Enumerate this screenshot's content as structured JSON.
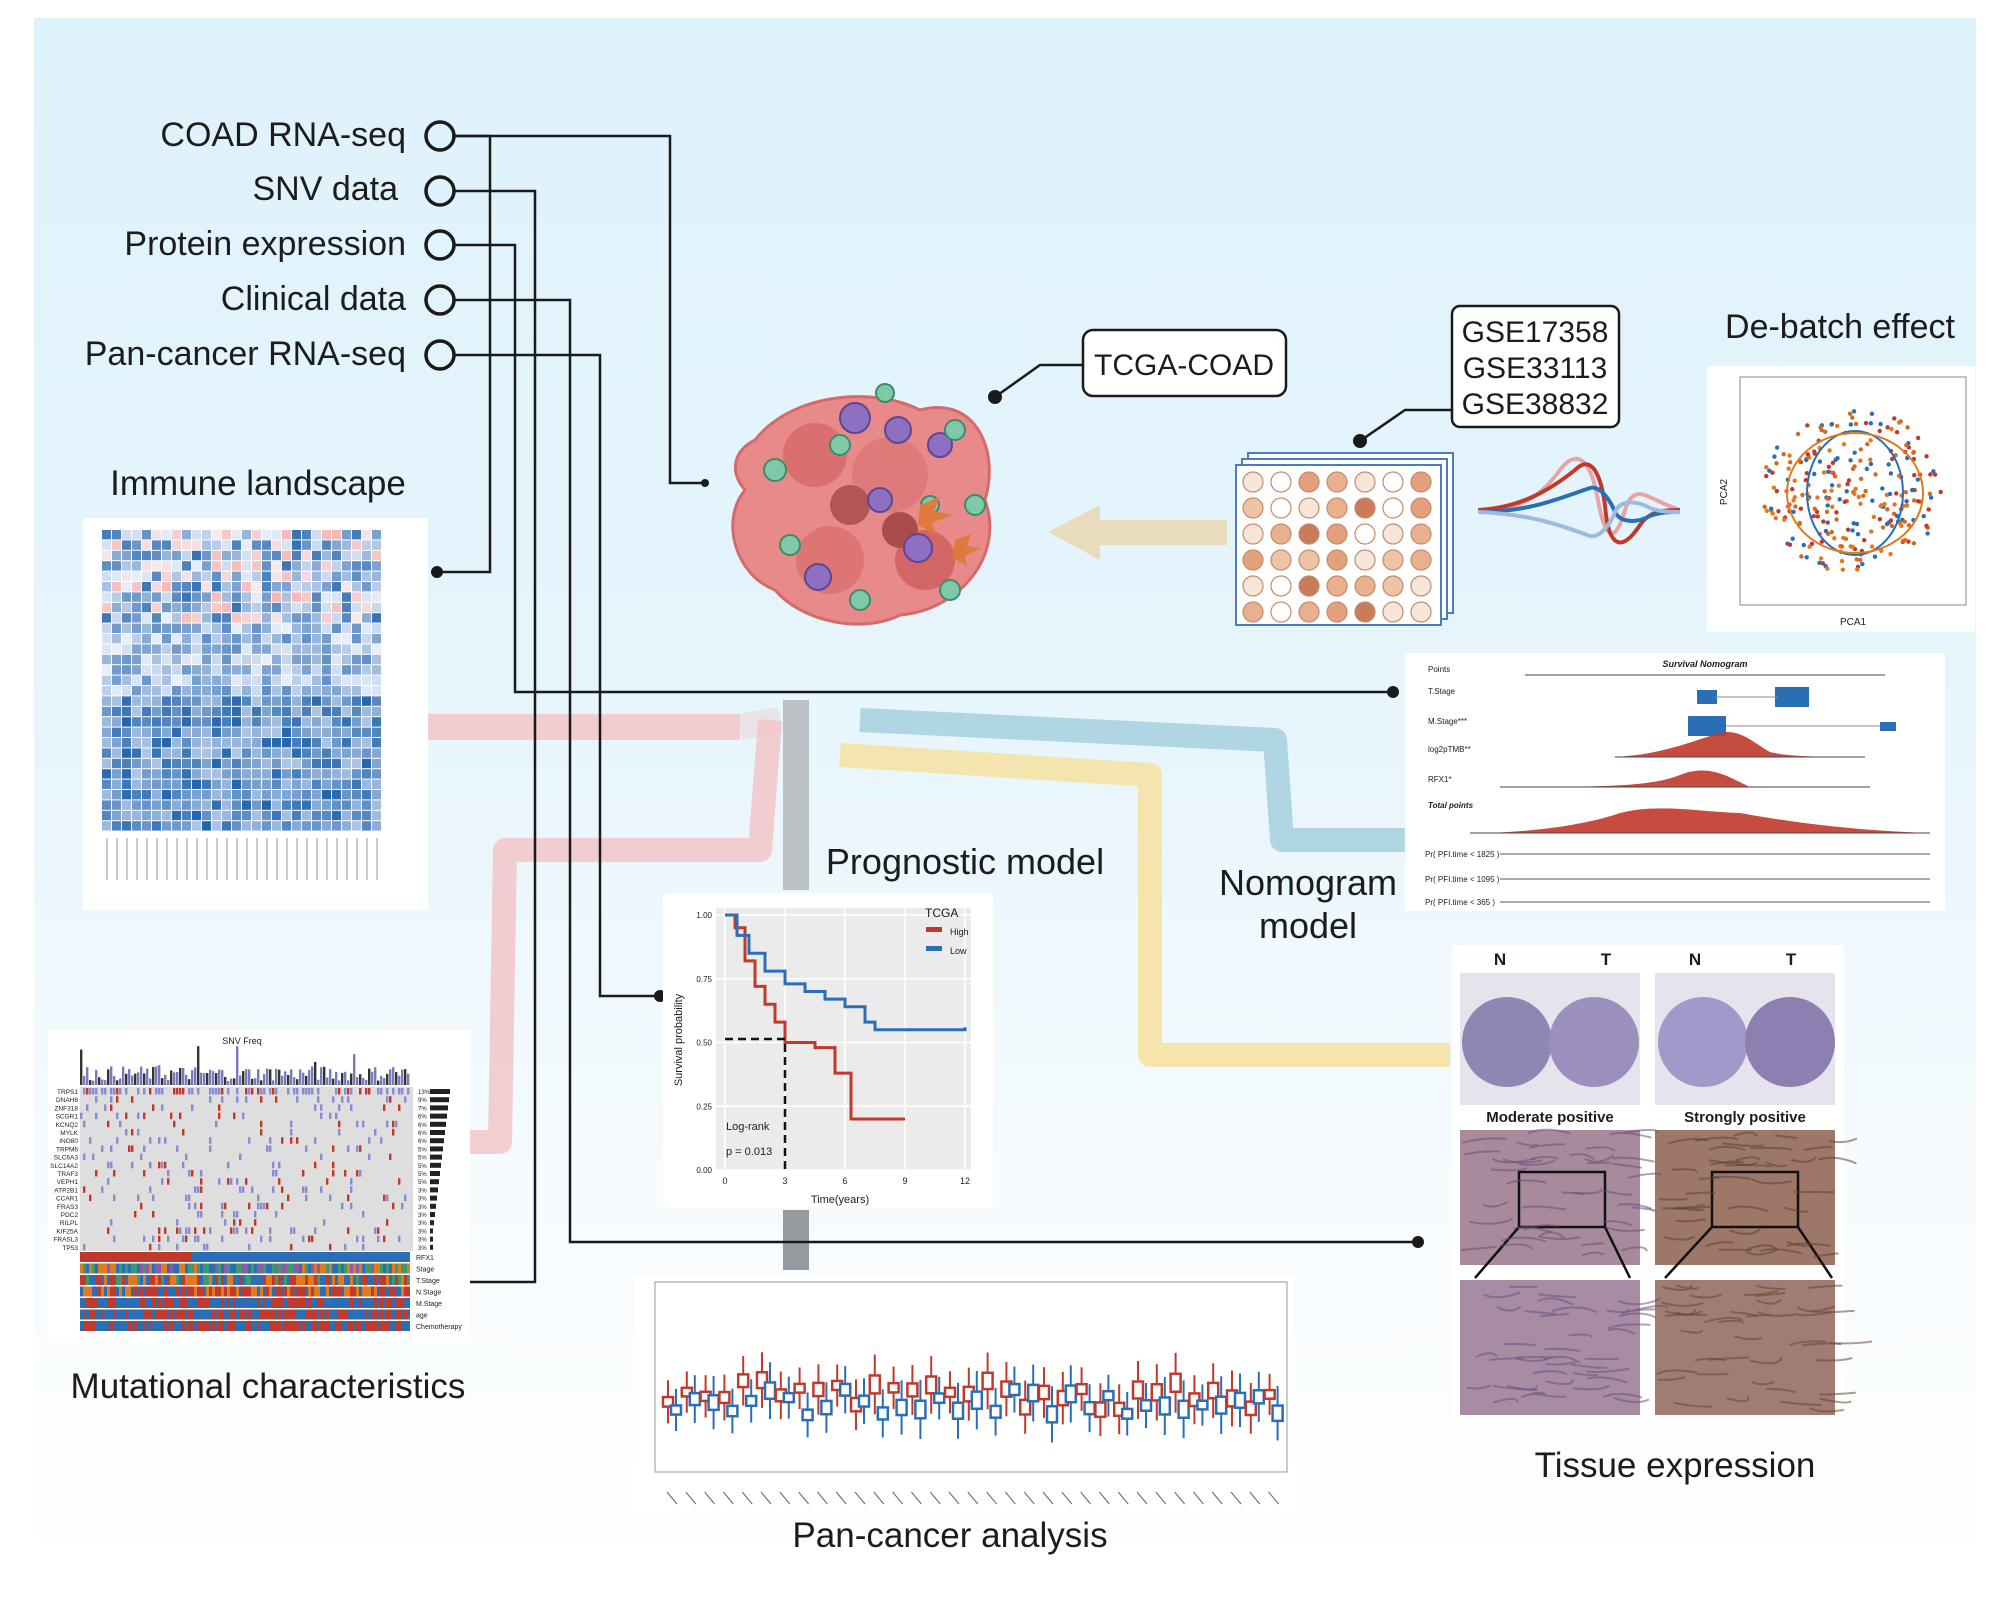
{
  "inputs": [
    "COAD RNA-seq",
    "SNV data",
    "Protein expression",
    "Clinical data",
    "Pan-cancer RNA-seq"
  ],
  "tcga_label": "TCGA-COAD",
  "geo_datasets": [
    "GSE17358",
    "GSE33113",
    "GSE38832"
  ],
  "sections": {
    "debatch": "De-batch effect",
    "immune": "Immune landscape",
    "prognostic": "Prognostic model",
    "nomogram_line1": "Nomogram",
    "nomogram_line2": "model",
    "mutational": "Mutational characteristics",
    "pancancer": "Pan-cancer analysis",
    "tissue": "Tissue expression"
  },
  "tissue_panel": {
    "col_labels": [
      "N",
      "T",
      "N",
      "T"
    ],
    "captions": [
      "Moderate positive",
      "Strongly positive"
    ]
  },
  "km_plot": {
    "legend_title": "TCGA",
    "legend": [
      "High",
      "Low"
    ],
    "xlabel": "Time(years)",
    "ylabel": "Survival probability",
    "xticks": [
      "0",
      "3",
      "6",
      "9",
      "12"
    ],
    "yticks": [
      "0.00",
      "0.25",
      "0.50",
      "0.75",
      "1.00"
    ],
    "stat_line1": "Log-rank",
    "stat_line2": "p = 0.013"
  },
  "nomogram_panel": {
    "title": "Survival Nomogram",
    "rows": [
      "Points",
      "T.Stage",
      "M.Stage***",
      "log2pTMB**",
      "RFX1*",
      "Total points",
      "Pr( PFI.time < 1825 )",
      "Pr( PFI.time < 1095 )",
      "Pr( PFI.time < 365 )"
    ]
  },
  "pca_panel": {
    "xlabel": "PCA1",
    "ylabel": "PCA2"
  },
  "snv_panel": {
    "title": "SNV Freq",
    "genes": [
      "TRPS1",
      "DNAH8",
      "ZNF318",
      "SCGR1",
      "KCNQ2",
      "MYLK",
      "INO80",
      "TRPM6",
      "SLC6A3",
      "SLC14A2",
      "TRAF3",
      "VEPH1",
      "ATP2B1",
      "CCAR1",
      "FRAS3",
      "PDC2",
      "RILPL",
      "KIF25A",
      "FRASL3",
      "TP53"
    ],
    "pcts": [
      "13%",
      "9%",
      "7%",
      "6%",
      "6%",
      "6%",
      "6%",
      "5%",
      "5%",
      "5%",
      "5%",
      "5%",
      "3%",
      "3%",
      "3%",
      "3%",
      "3%",
      "3%",
      "3%",
      "3%"
    ],
    "annotations": [
      "RFX1",
      "Stage",
      "T.Stage",
      "N.Stage",
      "M.Stage",
      "age",
      "Chemotherapy"
    ]
  },
  "colors": {
    "high": "#c0392b",
    "low": "#2a6fb5",
    "immune_stream": "#f2c6c8",
    "nomogram_stream": "#a8d3df",
    "tissue_stream": "#f5e2a4",
    "pancancer_stream": "#b9bec2",
    "arrow": "#e8dcbc"
  }
}
